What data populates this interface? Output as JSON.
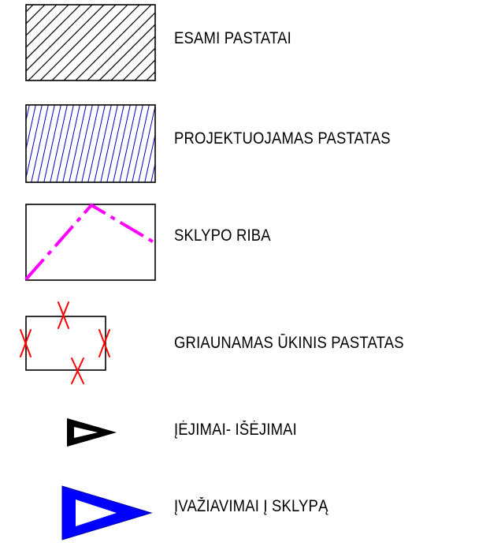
{
  "legend": {
    "items": [
      {
        "label": "ESAMI PASTATAI",
        "symbol": "black-hatched-rectangle",
        "color": "#000000"
      },
      {
        "label": "PROJEKTUOJAMAS PASTATAS",
        "symbol": "blue-hatched-rectangle",
        "color": "#0000cc"
      },
      {
        "label": "SKLYPO RIBA",
        "symbol": "magenta-dash-dot-boundary-line",
        "color": "#ff00ff"
      },
      {
        "label": "GRIAUNAMAS ŪKINIS PASTATAS",
        "symbol": "rectangle-with-red-crosses",
        "color": "#ff0000"
      },
      {
        "label": "ĮĖJIMAI- IŠĖJIMAI",
        "symbol": "black-triangle-arrow",
        "color": "#000000"
      },
      {
        "label": "ĮVAŽIAVIMAI Į SKLYPĄ",
        "symbol": "blue-triangle-arrow",
        "color": "#0000ff"
      }
    ]
  }
}
